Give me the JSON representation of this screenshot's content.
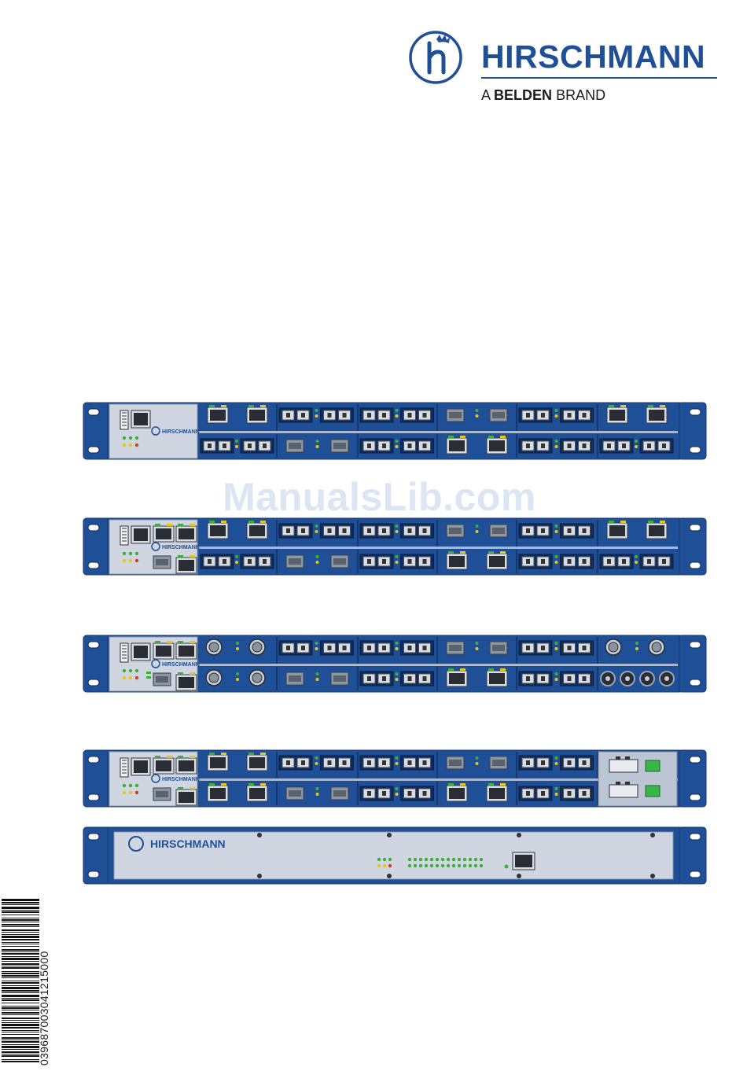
{
  "brand": {
    "name": "HIRSCHMANN",
    "tagline_prefix": "A",
    "tagline_bold": "BELDEN",
    "tagline_suffix": "BRAND",
    "color": "#1f4f96",
    "logo_icon": "hirschmann-h-logo-icon"
  },
  "watermark": {
    "text": "ManualsLib.com"
  },
  "devices": [
    {
      "id": "mach4000-variant-a",
      "panel_brand": "HIRSCHMANN"
    },
    {
      "id": "mach4000-variant-b",
      "panel_brand": "HIRSCHMANN"
    },
    {
      "id": "mach4000-variant-c",
      "panel_brand": "HIRSCHMANN"
    },
    {
      "id": "mach4000-variant-d",
      "panel_brand": "HIRSCHMANN"
    },
    {
      "id": "mach4000-basic-unit",
      "panel_brand": "HIRSCHMANN"
    }
  ],
  "colors": {
    "chassis_blue": "#1f4f96",
    "chassis_dark": "#163a72",
    "panel_grey": "#cfd6e1",
    "led_green": "#3fae3a",
    "led_yellow": "#e6c619",
    "led_red": "#d83b2a"
  },
  "barcode": {
    "digits": "039687003041215000"
  }
}
